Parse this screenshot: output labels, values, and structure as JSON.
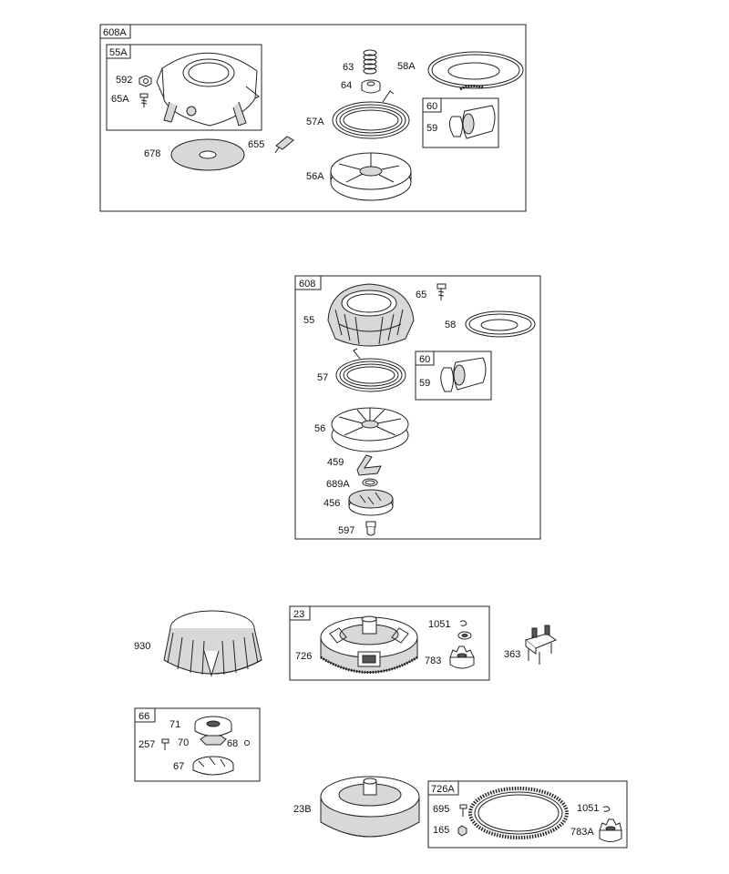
{
  "boxes": {
    "b608A": "608A",
    "b55A": "55A",
    "b60a": "60",
    "b608": "608",
    "b60b": "60",
    "b23": "23",
    "b66": "66",
    "b726A": "726A"
  },
  "parts": {
    "p592": "592",
    "p65A": "65A",
    "p678": "678",
    "p655": "655",
    "p63": "63",
    "p64": "64",
    "p57A": "57A",
    "p56A": "56A",
    "p58A": "58A",
    "p59a": "59",
    "p65": "65",
    "p55": "55",
    "p58": "58",
    "p57": "57",
    "p59b": "59",
    "p56": "56",
    "p459": "459",
    "p689A": "689A",
    "p456": "456",
    "p597": "597",
    "p930": "930",
    "p1051a": "1051",
    "p726": "726",
    "p783": "783",
    "p363": "363",
    "p71": "71",
    "p257": "257",
    "p70": "70",
    "p68": "68",
    "p67": "67",
    "p23B": "23B",
    "p695": "695",
    "p165": "165",
    "p1051b": "1051",
    "p783A": "783A"
  }
}
